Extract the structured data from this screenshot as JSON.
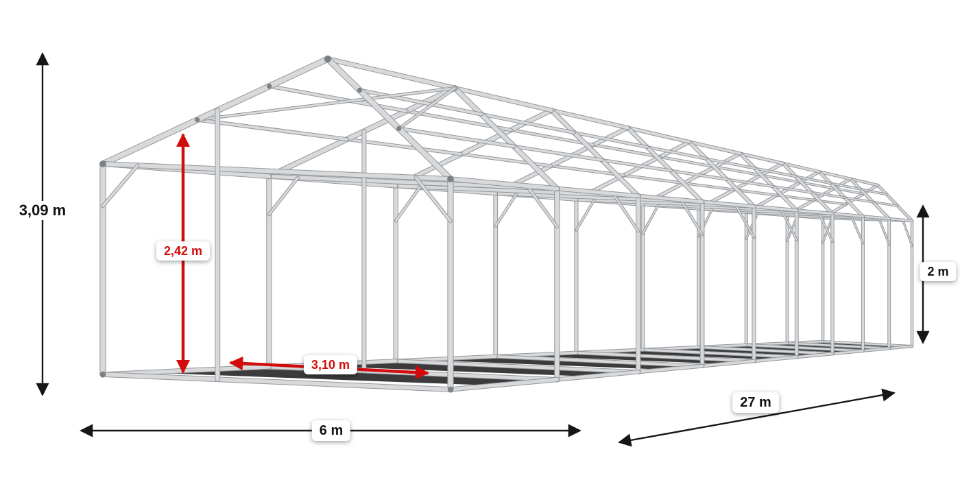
{
  "diagram": {
    "subject": "tent-frame-wireframe-with-dimensions"
  },
  "dimensions": {
    "total_height": {
      "label": "3,09 m",
      "style": "black",
      "orientation": "vertical"
    },
    "inner_height": {
      "label": "2,42 m",
      "style": "red",
      "orientation": "vertical"
    },
    "entrance_width": {
      "label": "3,10 m",
      "style": "red",
      "orientation": "horizontal"
    },
    "width": {
      "label": "6 m",
      "style": "black",
      "orientation": "horizontal"
    },
    "length": {
      "label": "27 m",
      "style": "black",
      "orientation": "diagonal"
    },
    "side_height": {
      "label": "2 m",
      "style": "black",
      "orientation": "vertical"
    }
  },
  "colors": {
    "background": "#ffffff",
    "frame_light": "#d7d9db",
    "frame_dark": "#94979a",
    "joint": "#7e8184",
    "shadow": "#101010",
    "accent_red": "#d10c0c",
    "arrow_black": "#161616",
    "label_bg": "#ffffff",
    "label_text": "#111111"
  }
}
